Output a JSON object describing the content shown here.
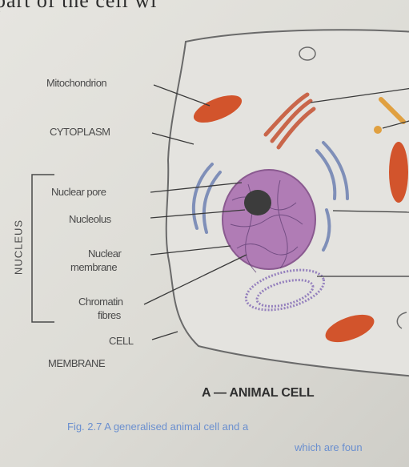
{
  "header": {
    "top_text": "part of the cell wi"
  },
  "labels": {
    "mitochondrion": "Mitochondrion",
    "cytoplasm": "CYTOPLASM",
    "nuclear_pore": "Nuclear pore",
    "nucleolus": "Nucleolus",
    "nuclear_membrane_1": "Nuclear",
    "nuclear_membrane_2": "membrane",
    "chromatin_1": "Chromatin",
    "chromatin_2": "fibres",
    "cell_membrane_1": "CELL",
    "cell_membrane_2": "MEMBRANE",
    "nucleus_bracket": "NUCLEUS"
  },
  "diagram": {
    "title": "A — ANIMAL CELL",
    "caption_line1": "Fig. 2.7  A generalised animal cell and a",
    "caption_line2": "which are foun"
  },
  "colors": {
    "mitochondria": "#d2542c",
    "golgi": "#c9664a",
    "nucleus_fill": "#b07cb5",
    "er_blue": "#7f8fb8",
    "caption": "#6a8fcf",
    "centriole": "#e0a040"
  }
}
